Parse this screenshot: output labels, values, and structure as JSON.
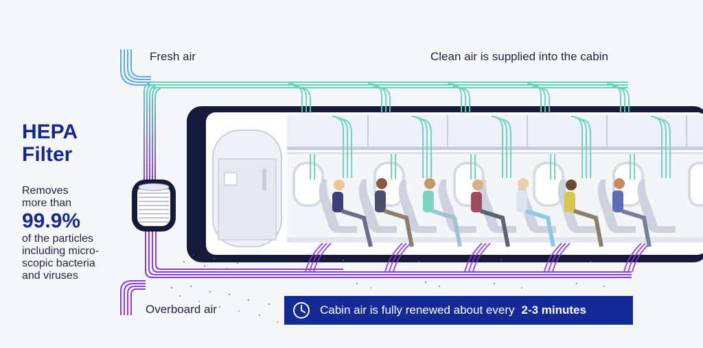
{
  "labels": {
    "fresh_air": "Fresh air",
    "clean_air_supplied": "Clean air is supplied into the cabin",
    "overboard_air": "Overboard air"
  },
  "hepa": {
    "title_line1": "HEPA",
    "title_line2": "Filter",
    "desc_line1": "Removes",
    "desc_line2": "more than",
    "percentage": "99.9%",
    "desc_line3": "of the particles",
    "desc_line4": "including micro-",
    "desc_line5": "scopic bacteria",
    "desc_line6": "and viruses"
  },
  "banner": {
    "text": "Cabin air is fully renewed about every",
    "highlight": "2-3  minutes"
  },
  "icons": {
    "clock": "clock-icon",
    "filter": "hepa-filter-icon",
    "passenger": "passenger-icon",
    "seat": "seat-icon",
    "door": "cabin-door-icon"
  },
  "colors": {
    "brand_blue": "#142a94",
    "fresh_air": "#5fd3b8",
    "overboard_air": "#8a3bd6",
    "fuselage": "#151a3a"
  }
}
